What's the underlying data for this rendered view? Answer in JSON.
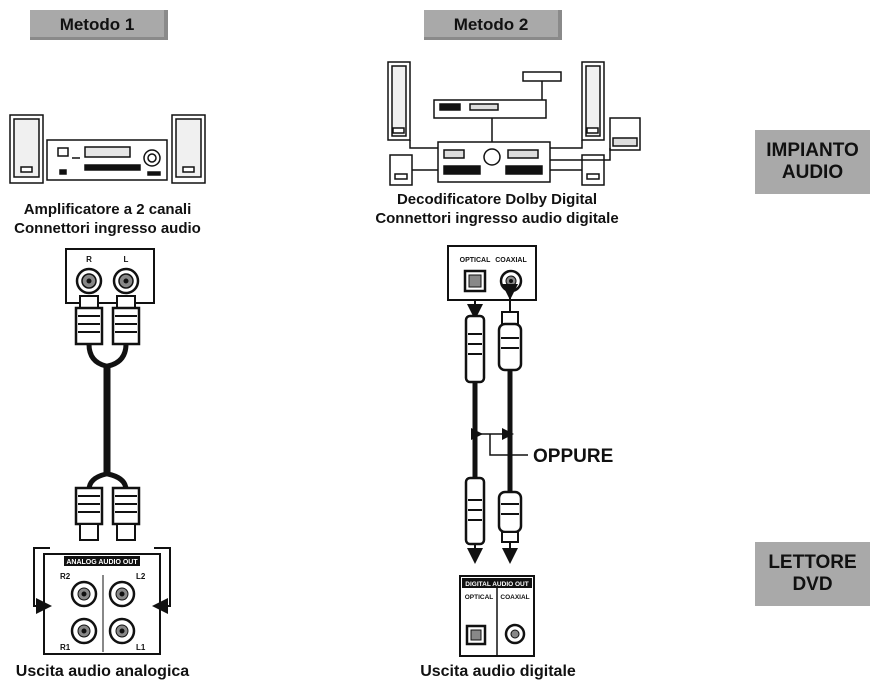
{
  "method1": {
    "tab_label": "Metodo 1",
    "device_caption_line1": "Amplificatore a 2 canali",
    "device_caption_line2": "Connettori ingresso audio",
    "input_r": "R",
    "input_l": "L",
    "output_panel_label": "ANALOG AUDIO OUT",
    "jack_r2": "R2",
    "jack_l2": "L2",
    "jack_r1": "R1",
    "jack_l1": "L1",
    "output_caption": "Uscita audio analogica"
  },
  "method2": {
    "tab_label": "Metodo 2",
    "device_caption_line1": "Decodificatore Dolby Digital",
    "device_caption_line2": "Connettori ingresso audio digitale",
    "input_optical": "OPTICAL",
    "input_coaxial": "COAXIAL",
    "or_label": "OPPURE",
    "output_panel_label": "DIGITAL AUDIO OUT",
    "out_optical": "OPTICAL",
    "out_coaxial": "COAXIAL",
    "output_caption": "Uscita audio digitale"
  },
  "side": {
    "audio_line1": "IMPIANTO",
    "audio_line2": "AUDIO",
    "dvd_line1": "LETTORE",
    "dvd_line2": "DVD"
  }
}
